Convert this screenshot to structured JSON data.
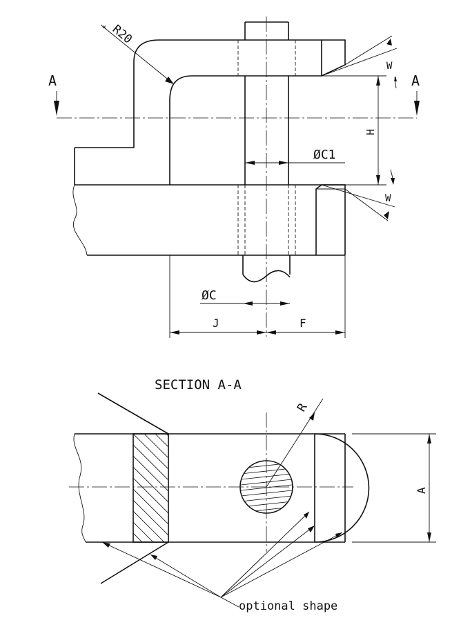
{
  "labels": {
    "radius_top": "R20",
    "section_marker": "A",
    "dim_w": "W",
    "dim_h": "H",
    "dim_c1": "ØC1",
    "dim_c": "ØC",
    "dim_j": "J",
    "dim_f": "F",
    "section_title": "SECTION  A-A",
    "radius_section": "R",
    "dim_a": "A",
    "note": "optional shape"
  },
  "colors": {
    "ink": "#111111",
    "paper": "#ffffff"
  }
}
